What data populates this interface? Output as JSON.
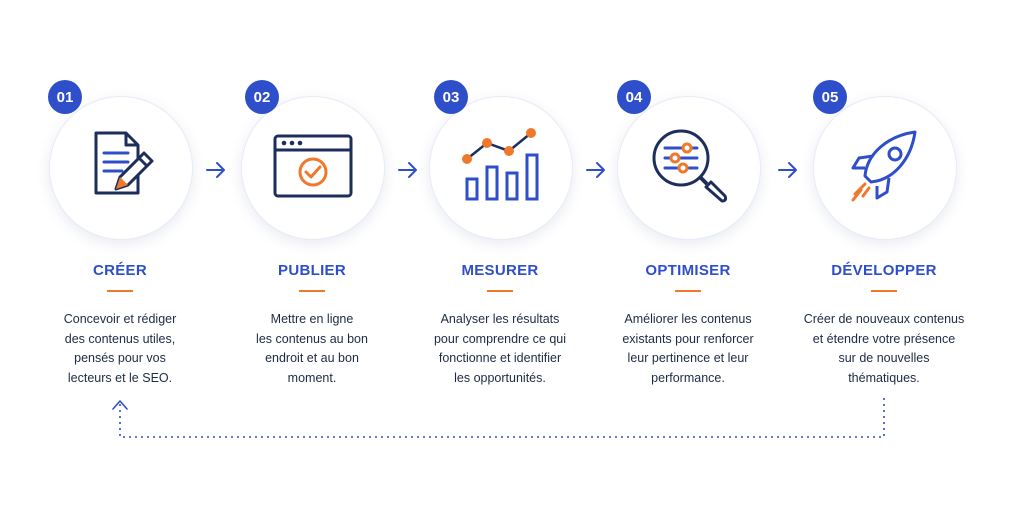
{
  "colors": {
    "accent": "#2e4fc9",
    "highlight": "#f0782d",
    "text": "#1e2a44"
  },
  "steps": [
    {
      "number": "01",
      "icon": "document-pen-icon",
      "title": "CRÉER",
      "description": "Concevoir et rédiger\ndes contenus utiles,\npensés pour vos\nlecteurs et le SEO."
    },
    {
      "number": "02",
      "icon": "browser-check-icon",
      "title": "PUBLIER",
      "description": "Mettre en ligne\nles contenus au bon\nendroit et au bon\nmoment."
    },
    {
      "number": "03",
      "icon": "bar-chart-trend-icon",
      "title": "MESURER",
      "description": "Analyser les résultats\npour comprendre ce qui\nfonctionne et identifier\nles opportunités."
    },
    {
      "number": "04",
      "icon": "magnifier-settings-icon",
      "title": "OPTIMISER",
      "description": "Améliorer les contenus\nexistants pour renforcer\nleur pertinence et leur\nperformance."
    },
    {
      "number": "05",
      "icon": "rocket-icon",
      "title": "DÉVELOPPER",
      "description": "Créer de nouveaux contenus\net étendre votre présence\nsur de nouvelles\nthématiques."
    }
  ]
}
